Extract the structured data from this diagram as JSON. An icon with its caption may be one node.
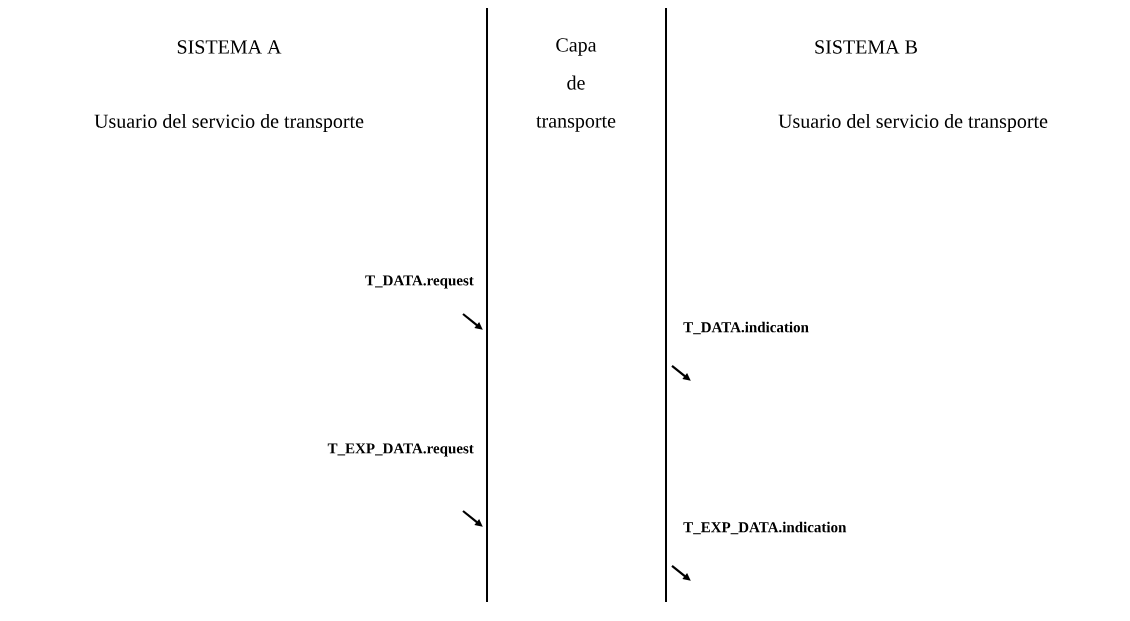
{
  "diagram": {
    "labels": [
      "SISTEMA A",
      "Capa de transporte",
      "SISTEMA B",
      "Usuario del servicio de transporte",
      "Usuario del servicio de transporte",
      "T_DATA.request",
      "T_DATA.indication",
      "T_EXP_DATA.request",
      "T_EXP_DATA.indication"
    ]
  }
}
